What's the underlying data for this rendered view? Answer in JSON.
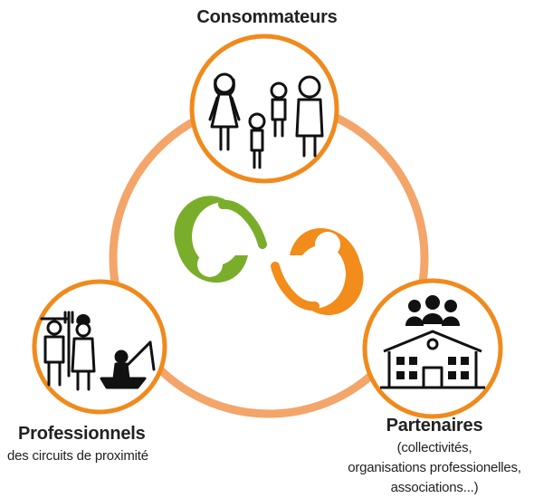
{
  "diagram": {
    "consommateurs": {
      "title": "Consommateurs"
    },
    "professionnels": {
      "title": "Professionnels",
      "subtitle": "des circuits de proximité"
    },
    "partenaires": {
      "title": "Partenaires",
      "subtitle_lines": [
        "(collectivités,",
        "organisations professionelles,",
        "associations...)"
      ]
    }
  },
  "colors": {
    "ring": "#f3a56a",
    "node_border": "#f08a1c",
    "logo_green": "#7aae2a",
    "logo_orange": "#f28c1a",
    "icon_stroke": "#111111"
  },
  "icons": {
    "consommateurs": "family-icon",
    "professionnels": "farmer-chef-fisher-icon",
    "partenaires": "townhall-people-icon",
    "center": "green-orange-logo-icon"
  }
}
